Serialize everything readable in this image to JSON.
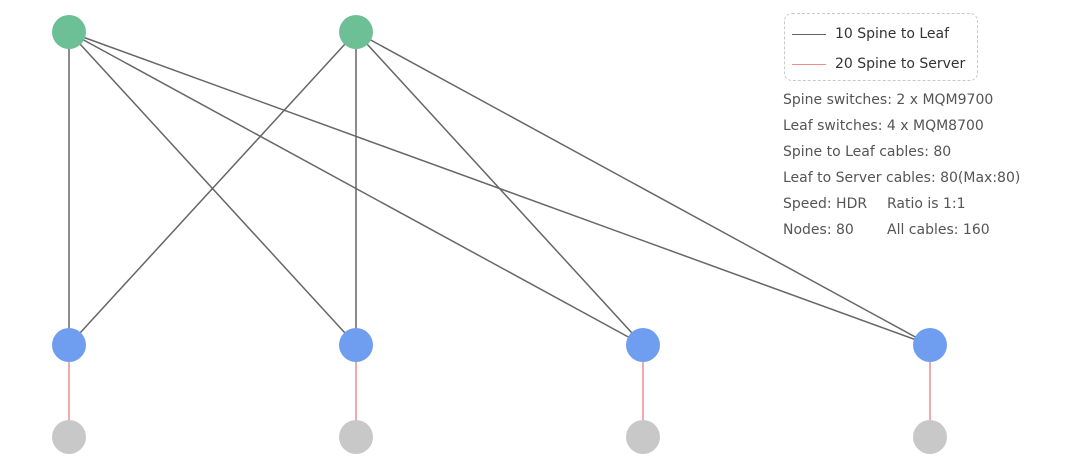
{
  "colors": {
    "spine_node": "#6dbf96",
    "leaf_node": "#6f9ef0",
    "server_node": "#c8c8c8",
    "spine_leaf_link": "#666666",
    "leaf_server_link": "#f08a8a"
  },
  "topology": {
    "spines": [
      "spine-1",
      "spine-2"
    ],
    "leaves": [
      "leaf-1",
      "leaf-2",
      "leaf-3",
      "leaf-4"
    ],
    "servers": [
      "server-1",
      "server-2",
      "server-3",
      "server-4"
    ],
    "spine_leaf_links": [
      [
        "spine-1",
        "leaf-1"
      ],
      [
        "spine-1",
        "leaf-2"
      ],
      [
        "spine-1",
        "leaf-3"
      ],
      [
        "spine-1",
        "leaf-4"
      ],
      [
        "spine-2",
        "leaf-1"
      ],
      [
        "spine-2",
        "leaf-2"
      ],
      [
        "spine-2",
        "leaf-3"
      ],
      [
        "spine-2",
        "leaf-4"
      ]
    ],
    "leaf_server_links": [
      [
        "leaf-1",
        "server-1"
      ],
      [
        "leaf-2",
        "server-2"
      ],
      [
        "leaf-3",
        "server-3"
      ],
      [
        "leaf-4",
        "server-4"
      ]
    ]
  },
  "legend": {
    "spine_to_leaf": "10 Spine to Leaf",
    "spine_to_server": "20 Spine to Server"
  },
  "stats": {
    "spine_switches": "Spine switches: 2 x MQM9700",
    "leaf_switches": "Leaf switches: 4 x MQM8700",
    "spine_leaf_cables": "Spine to Leaf cables: 80",
    "leaf_server_cables": "Leaf to Server cables: 80(Max:80)",
    "speed": "Speed: HDR",
    "ratio": "Ratio is 1:1",
    "nodes": "Nodes: 80",
    "all_cables": "All cables: 160"
  }
}
